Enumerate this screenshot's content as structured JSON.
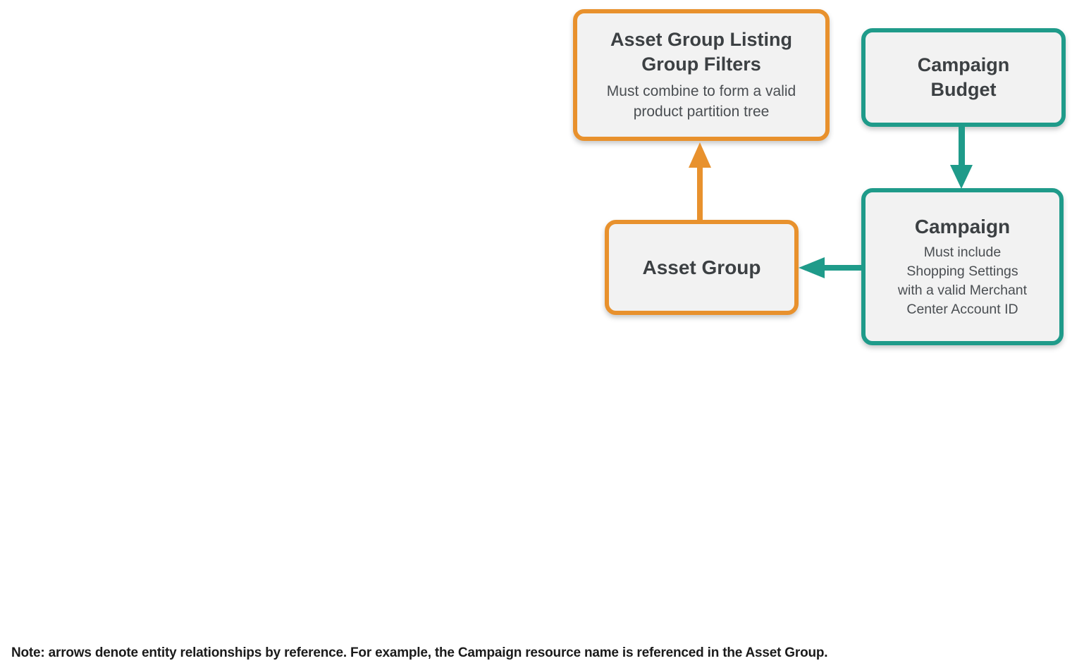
{
  "colors": {
    "orange": "#E8912D",
    "teal": "#1F9B8A",
    "box_fill": "#F2F2F2",
    "title_text": "#3C4043",
    "body_text": "#4A4E52",
    "note_text": "#1B1B1B",
    "background": "#FFFFFF"
  },
  "diagram": {
    "nodes": {
      "listing_filters": {
        "title": "Asset Group Listing\nGroup Filters",
        "subtitle": "Must combine to form a valid\nproduct partition tree",
        "accent": "orange"
      },
      "campaign_budget": {
        "title": "Campaign\nBudget",
        "accent": "teal"
      },
      "asset_group": {
        "title": "Asset Group",
        "accent": "orange"
      },
      "campaign": {
        "title": "Campaign",
        "subtitle": "Must include\nShopping Settings\nwith a valid Merchant\nCenter Account ID",
        "accent": "teal"
      }
    },
    "edges": [
      {
        "from": "asset_group",
        "to": "listing_filters",
        "color": "orange",
        "direction": "up"
      },
      {
        "from": "campaign_budget",
        "to": "campaign",
        "color": "teal",
        "direction": "down"
      },
      {
        "from": "campaign",
        "to": "asset_group",
        "color": "teal",
        "direction": "left"
      }
    ]
  },
  "note": "Note: arrows denote entity relationships by reference. For example, the Campaign resource name is referenced in the Asset Group."
}
